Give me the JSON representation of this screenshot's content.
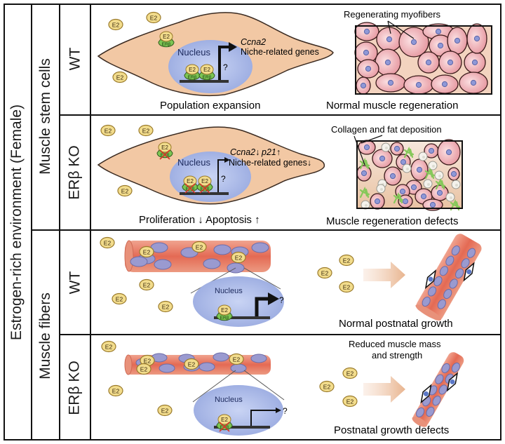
{
  "row_headers": {
    "environment": "Estrogen-rich environment (Female)",
    "groups": [
      {
        "label": "Muscle stem cells",
        "genotypes": [
          "WT",
          "ERβ KO"
        ]
      },
      {
        "label": "Muscle fibers",
        "genotypes": [
          "WT",
          "ERβ KO"
        ]
      }
    ]
  },
  "molecules": {
    "ligand": "E2",
    "receptor": "ERβ",
    "nucleus": "Nucleus",
    "unknown": "?"
  },
  "panels": {
    "msc_wt": {
      "genes_line1": "Ccna2",
      "genes_line2": "Niche-related genes",
      "caption": "Population expansion",
      "tissue_label": "Regenerating myofibers",
      "outcome": "Normal muscle regeneration"
    },
    "msc_ko": {
      "genes_line1_a": "Ccna2↓",
      "genes_line1_b": "p21",
      "genes_line1_b_arrow": "↑",
      "genes_line2": "Niche-related genes↓",
      "caption": "Proliferation ↓  Apoptosis ↑",
      "tissue_label": "Collagen and fat deposition",
      "outcome": "Muscle regeneration defects"
    },
    "mf_wt": {
      "outcome": "Normal postnatal growth"
    },
    "mf_ko": {
      "note_line1": "Reduced muscle mass",
      "note_line2": "and strength",
      "outcome": "Postnatal growth defects"
    }
  },
  "colors": {
    "cell": "#f2c8a4",
    "nucleus": "#a9b8e6",
    "e2": "#f2dc8c",
    "receptor": "#7cc553",
    "fiber": "#e77e64",
    "fiber_nucleus": "#9a9ad0",
    "myofiber": "#f0b3b8",
    "collagen": "#86c85a",
    "ko_cross": "#d23a2a"
  }
}
